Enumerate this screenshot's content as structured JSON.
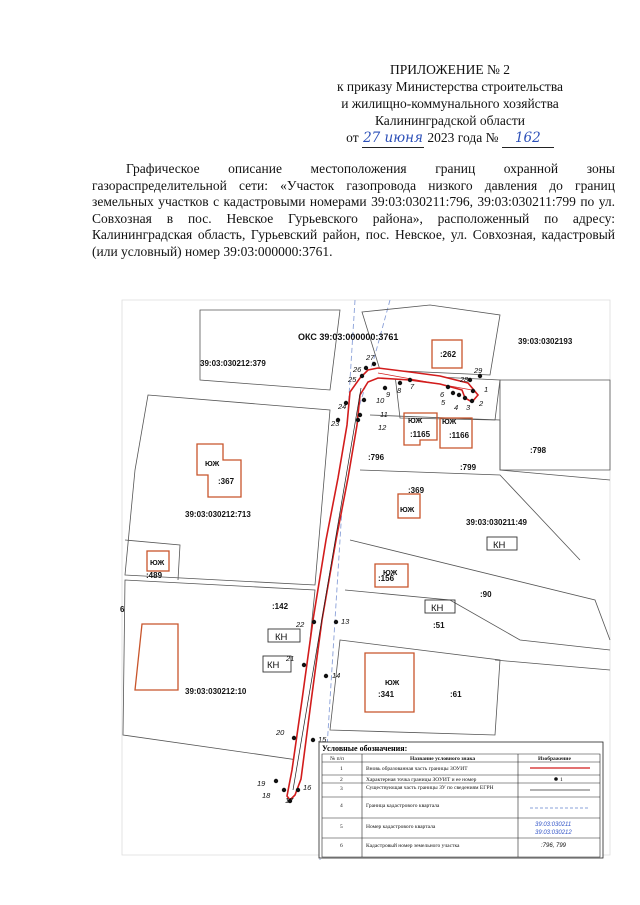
{
  "header": {
    "line1": "ПРИЛОЖЕНИЕ № 2",
    "line2": "к приказу Министерства строительства",
    "line3": "и жилищно-коммунального хозяйства",
    "line4": "Калининградской области",
    "date_prefix": "от",
    "date_hand": "27 июня",
    "date_year": "2023 года №",
    "number_hand": "162"
  },
  "description": "Графическое описание местоположения границ охранной зоны газораспределительной сети: «Участок газопровода низкого давления до границ земельных участков с кадастровыми номерами 39:03:030211:796, 39:03:030211:799 по ул. Совхозная в пос. Невское Гурьевского района», расположенный по адресу: Калининградская область, Гурьевский район, пос. Невское, ул. Совхозная, кадастровый (или условный) номер 39:03:000000:3761.",
  "map": {
    "oks_label": "ОКС 39:03:000000:3761",
    "parcel_labels": {
      "q_379": "39:03:030212:379",
      "q_2193": "39:03:0302193",
      "p_262": ":262",
      "p_1165": ":1165",
      "p_1166": ":1166",
      "p_796": ":796",
      "p_799": ":799",
      "p_798": ":798",
      "p_367": ":367",
      "q_713": "39:03:030212:713",
      "p_369": ":369",
      "q_49": "39:03:030211:49",
      "p_489": ":489",
      "p_156": ":156",
      "p_90": ":90",
      "p_142": ":142",
      "p_51": ":51",
      "p_341": ":341",
      "p_61": ":61",
      "q_10": "39:03:030212:10",
      "edge_6": "6"
    },
    "zone_labels": {
      "uzh": "ЮЖ",
      "kn": "КН"
    },
    "points": [
      "1",
      "2",
      "3",
      "4",
      "5",
      "6",
      "7",
      "8",
      "9",
      "10",
      "11",
      "12",
      "13",
      "14",
      "15",
      "16",
      "17",
      "18",
      "19",
      "20",
      "21",
      "22",
      "23",
      "24",
      "25",
      "26",
      "27",
      "28",
      "29"
    ]
  },
  "legend": {
    "title": "Условные обозначения:",
    "col_num": "№ п/п",
    "col_name": "Название условного знака",
    "col_img": "Изображение",
    "rows": [
      {
        "n": "1",
        "name": "Вновь образованная часть границы ЗОУИТ",
        "img": ""
      },
      {
        "n": "2",
        "name": "Характерная точка границы ЗОУИТ и ее номер",
        "img": "1"
      },
      {
        "n": "3",
        "name": "Существующая часть границы ЗУ по сведениям ЕГРН",
        "img": ""
      },
      {
        "n": "4",
        "name": "Граница кадастрового квартала",
        "img": ""
      },
      {
        "n": "5",
        "name": "Номер кадастрового квартала",
        "img": "39:03:030211",
        "img2": "39:03:030212"
      },
      {
        "n": "6",
        "name": "Кадастровый номер земельного участка",
        "img": ":796, 799"
      }
    ]
  },
  "colors": {
    "zone_border": "#d21c1c",
    "building": "#c8552b",
    "parcel": "#555555",
    "quarter": "#8aa0d8",
    "legend_blue": "#3456c8"
  }
}
